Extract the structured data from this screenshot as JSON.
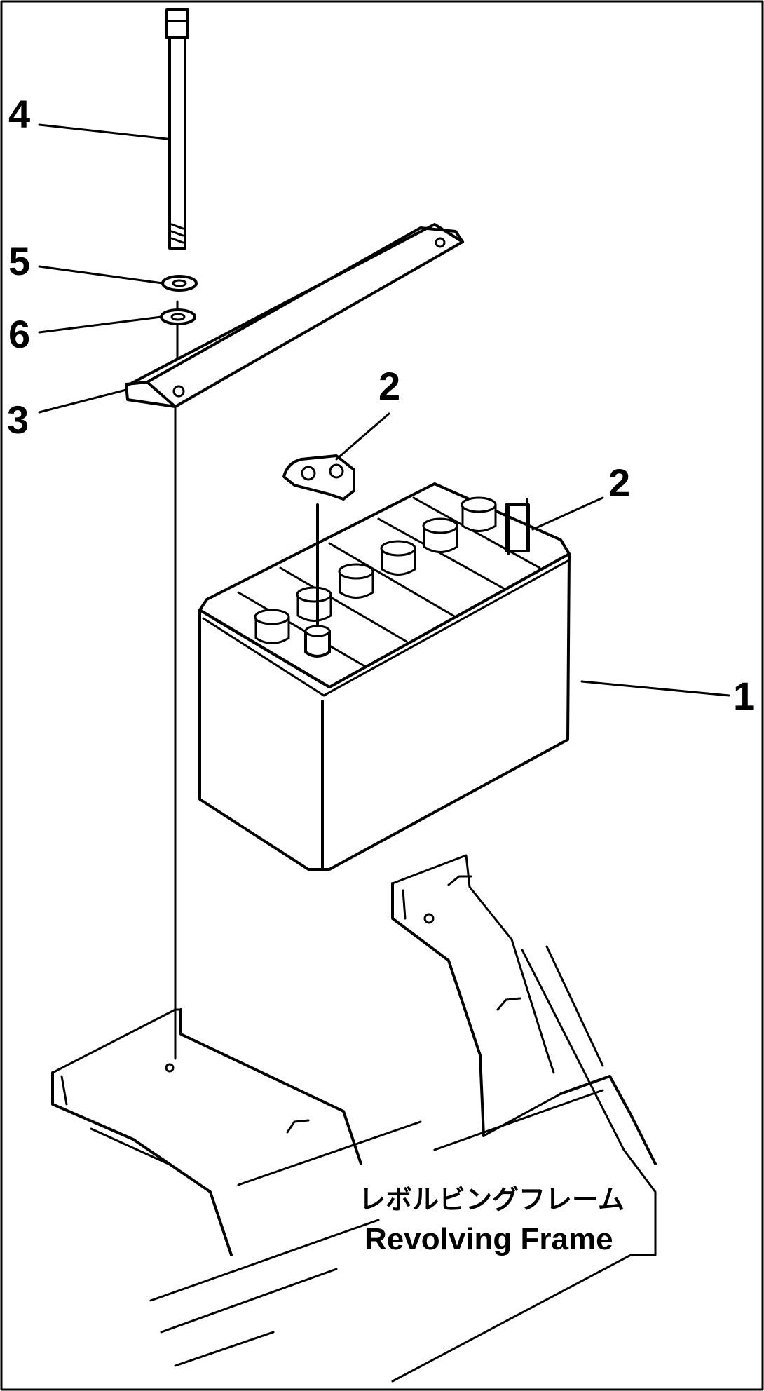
{
  "callouts": {
    "battery": "1",
    "cable_a": "2",
    "cable_b": "2",
    "bracket": "3",
    "bolt": "4",
    "washer_a": "5",
    "washer_b": "6"
  },
  "frame_label": {
    "japanese": "レボルビングフレーム",
    "english": "Revolving Frame"
  }
}
